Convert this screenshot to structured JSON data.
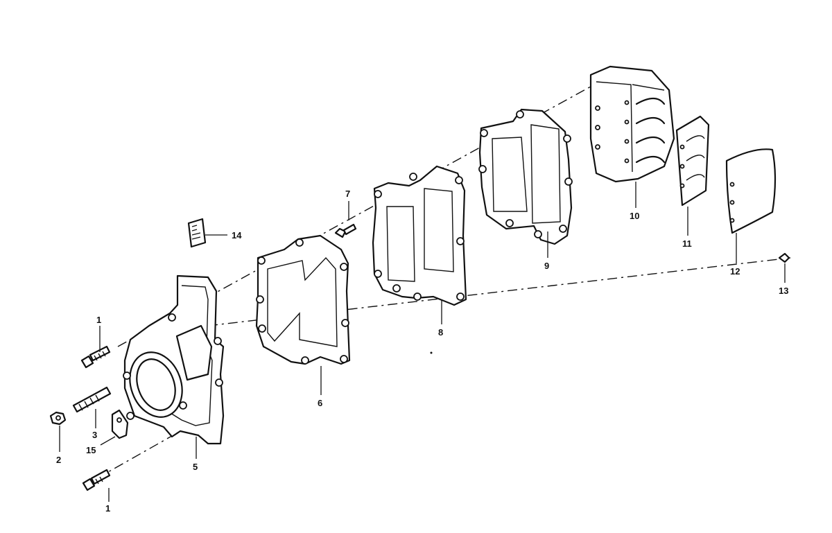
{
  "callouts": {
    "c1a": "1",
    "c1b": "1",
    "c2": "2",
    "c3": "3",
    "c5": "5",
    "c6": "6",
    "c7": "7",
    "c8": "8",
    "c9": "9",
    "c10": "10",
    "c11": "11",
    "c12": "12",
    "c13": "13",
    "c14": "14",
    "c15": "15"
  },
  "colors": {
    "ink": "#111111",
    "paper": "#ffffff"
  }
}
